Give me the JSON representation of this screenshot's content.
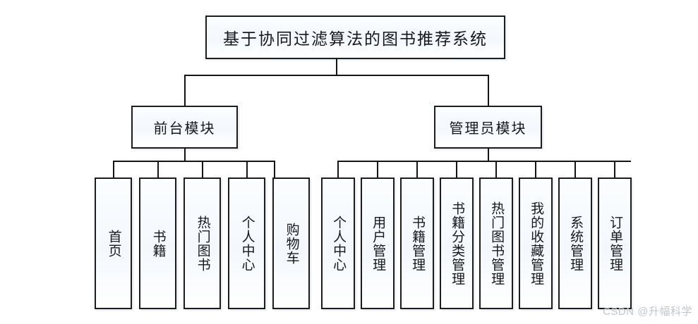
{
  "diagram": {
    "type": "tree-hierarchy",
    "title_node": {
      "label": "基于协同过滤算法的图书推荐系统"
    },
    "modules": [
      {
        "label": "前台模块"
      },
      {
        "label": "管理员模块"
      }
    ],
    "front_leaves": [
      {
        "label": "首页"
      },
      {
        "label": "书籍"
      },
      {
        "label": "热门图书"
      },
      {
        "label": "个人中心"
      },
      {
        "label": "购物车"
      }
    ],
    "admin_leaves": [
      {
        "label": "个人中心"
      },
      {
        "label": "用户管理"
      },
      {
        "label": "书籍管理"
      },
      {
        "label": "书籍分类管理"
      },
      {
        "label": "热门图书管理"
      },
      {
        "label": "我的收藏管理"
      },
      {
        "label": "系统管理"
      },
      {
        "label": "订单管理"
      }
    ]
  },
  "watermark": {
    "text": "CSDN @升幅科学"
  },
  "colors": {
    "stroke": "#141414",
    "box_fill": "#f7fafd",
    "text": "#16181c",
    "watermark": "#c2c6cc"
  }
}
